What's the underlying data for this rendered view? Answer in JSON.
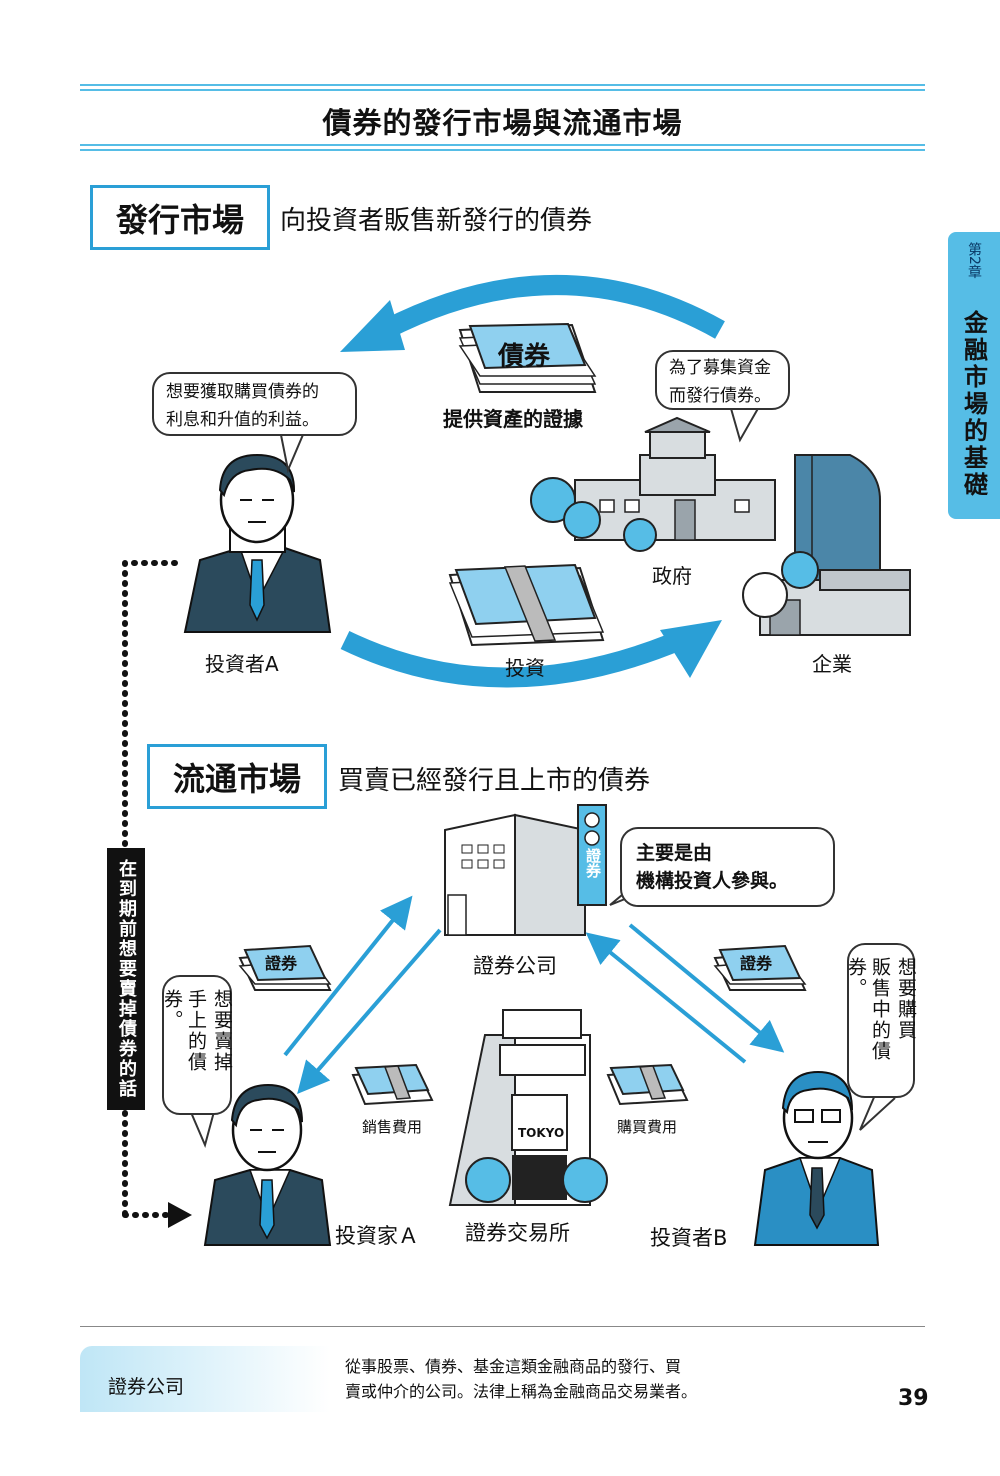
{
  "title": "債券的發行市場與流通市場",
  "issue_market": {
    "name": "發行市場",
    "desc": "向投資者販售新發行的債券",
    "bond_label": "債券",
    "evidence_label": "提供資產的證據",
    "investment_label": "投資",
    "investor_label": "投資者A",
    "government_label": "政府",
    "company_label": "企業",
    "investor_bubble": [
      "想要獲取購買債券的",
      "利息和升值的利益。"
    ],
    "issuer_bubble": [
      "為了募集資金",
      "而發行債券。"
    ]
  },
  "secondary_market": {
    "name": "流通市場",
    "desc": "買賣已經發行且上市的債券",
    "broker_label": "證券公司",
    "broker_sign": "證券",
    "broker_bubble": [
      "主要是由",
      "機構投資人參與。"
    ],
    "exchange_label": "證券交易所",
    "exchange_sign": "TOKYO",
    "seller_label": "投資家Ａ",
    "buyer_label": "投資者B",
    "sell_fee_label": "銷售費用",
    "buy_fee_label": "購買費用",
    "card_label_left": "證券",
    "card_label_right": "證券",
    "seller_bubble": [
      "想要賣掉",
      "手上的債券。"
    ],
    "buyer_bubble": [
      "想要購買",
      "販售中的債券。"
    ],
    "side_note": "在到期前想要賣掉債券的話"
  },
  "chapter_tab": {
    "chapter": "第2章",
    "title": "金融市場的基礎"
  },
  "footer": {
    "term": "證券公司",
    "definition": [
      "從事股票、債券、基金這類金融商品的發行、買",
      "賣或仲介的公司。法律上稱為金融商品交易業者。"
    ],
    "page_number": "39"
  },
  "colors": {
    "accent": "#2a9fd6",
    "light_blue": "#56bde6",
    "suit": "#2b4a5c",
    "building_gray": "#9aa4ab"
  }
}
